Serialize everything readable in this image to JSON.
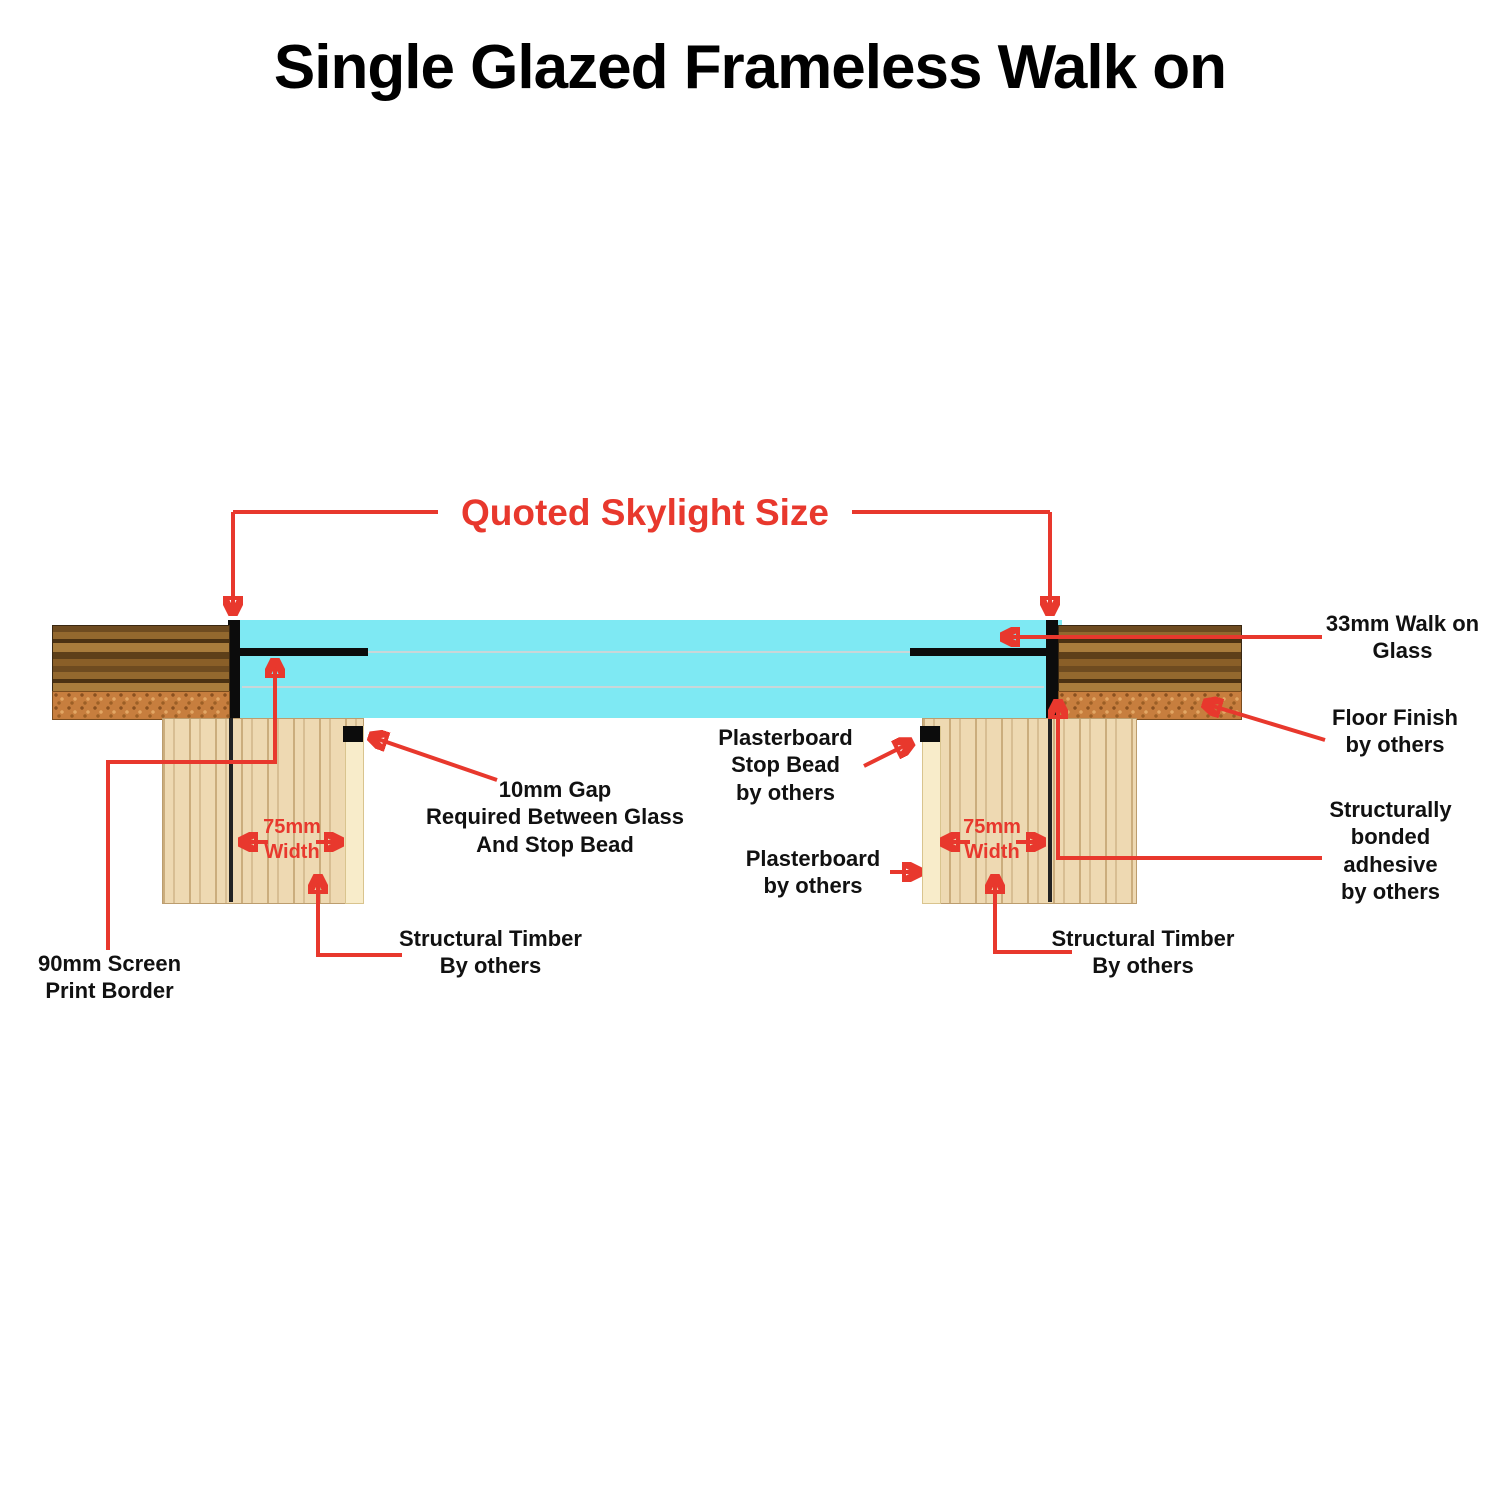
{
  "title": "Single Glazed Frameless Walk on",
  "colors": {
    "accent_red": "#e8382d",
    "glass_cyan": "#7ee9f3",
    "timber": "#eed9b2",
    "plasterboard": "#f8ecca",
    "floor_wood": "#6e4b20",
    "cork": "#c77e3e",
    "seal_black": "#0c0c0c"
  },
  "annotations": {
    "quoted_size": "Quoted Skylight Size",
    "walk_on_glass": "33mm Walk on\nGlass",
    "floor_finish": "Floor Finish\nby others",
    "bonded_adhesive": "Structurally\nbonded\nadhesive\nby others",
    "stop_bead": "Plasterboard\nStop Bead\nby others",
    "plasterboard": "Plasterboard\nby others",
    "gap": "10mm Gap\nRequired Between Glass\nAnd Stop Bead",
    "width_left": "75mm\nWidth",
    "width_right": "75mm\nWidth",
    "timber_left": "Structural Timber\nBy others",
    "timber_right": "Structural Timber\nBy others",
    "screen_print_border": "90mm Screen\nPrint Border"
  }
}
